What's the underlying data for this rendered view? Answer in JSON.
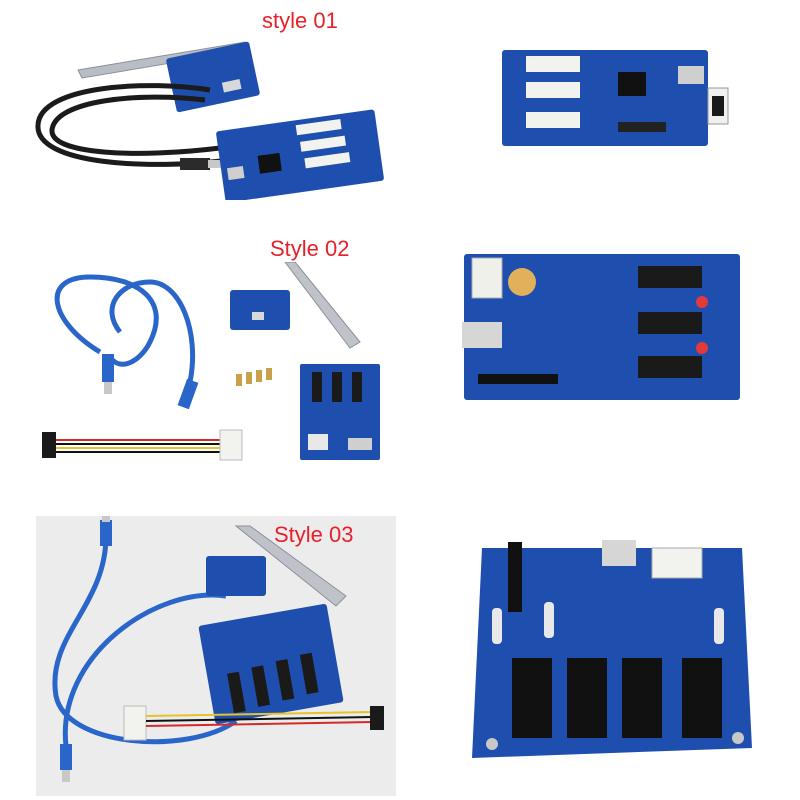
{
  "styles": [
    {
      "label": "style 01"
    },
    {
      "label": "Style 02"
    },
    {
      "label": "Style 03"
    }
  ],
  "colors": {
    "pcb": "#1f4fae",
    "pcb_dark": "#173c86",
    "slot": "#f2f2ee",
    "slot_black": "#1a1a1a",
    "cable_blue": "#2a66c9",
    "cable_black": "#1b1b1b",
    "label_red": "#e8202a",
    "photo_bg": "#ececec"
  },
  "icons": [
    "usb-connector-icon",
    "molex-power-icon",
    "sata-cable-icon",
    "pcie-slot-icon",
    "bracket-icon"
  ]
}
